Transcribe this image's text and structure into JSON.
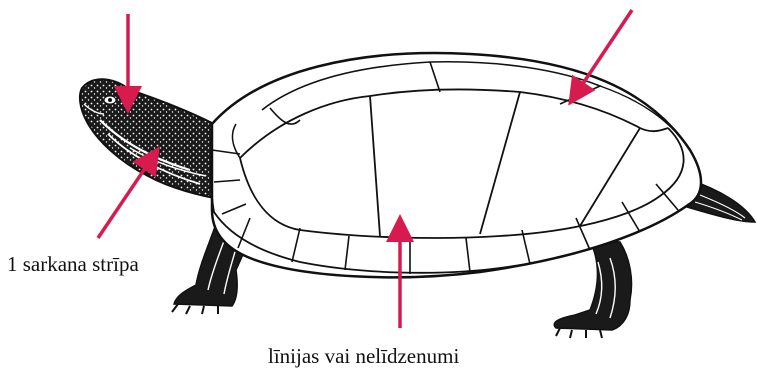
{
  "labels": {
    "stripe": "1 sarkana strīpa",
    "ridges": "līnijas vai nelīdzenumi"
  },
  "colors": {
    "arrow": "#d81b4f",
    "ink": "#111111",
    "background": "#ffffff"
  },
  "illustration": {
    "subject": "painted-turtle",
    "arrow_count": 4
  }
}
